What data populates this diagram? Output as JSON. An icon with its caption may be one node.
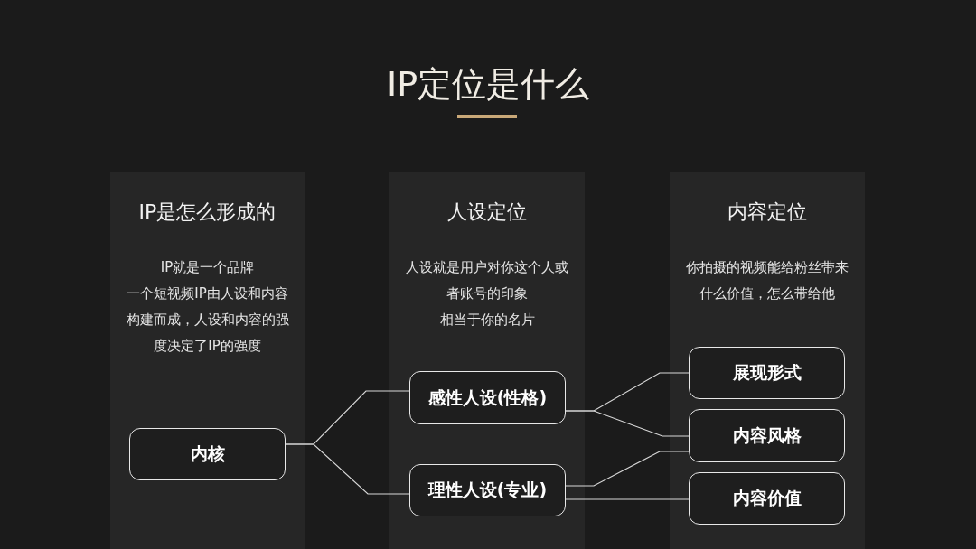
{
  "diagram": {
    "title": "IP定位是什么",
    "nodes": [
      {
        "text": [
          "IP是怎么形成的",
          "IP就是一个品牌",
          "一个短视频IP由人设和内容构建而成，人设和内容的强度决定了IP的强度"
        ]
      },
      {
        "text": [
          "人设定位",
          "人设就是用户对你这个人或者账号的印象",
          "相当于你的名片"
        ]
      },
      {
        "text": [
          "内容定位",
          "你拍摄的视频能给粉丝带来什么价值，怎么带给他"
        ]
      },
      {
        "text": [
          "内核"
        ],
        "in": 0
      },
      {
        "text": [
          "感性人设(性格)"
        ],
        "in": 1
      },
      {
        "text": [
          "理性人设(专业)"
        ],
        "in": 1
      },
      {
        "text": [
          "展现形式"
        ],
        "in": 2
      },
      {
        "text": [
          "内容风格"
        ],
        "in": 2
      },
      {
        "text": [
          "内容价值"
        ],
        "in": 2
      }
    ],
    "edges": [
      {
        "from": 3,
        "to": 4,
        "arrow": "none"
      },
      {
        "from": 3,
        "to": 5,
        "arrow": "none"
      },
      {
        "from": 4,
        "to": 6,
        "arrow": "none"
      },
      {
        "from": 4,
        "to": 7,
        "arrow": "none"
      },
      {
        "from": 5,
        "to": 7,
        "arrow": "none"
      },
      {
        "from": 5,
        "to": 8,
        "arrow": "none"
      }
    ]
  }
}
